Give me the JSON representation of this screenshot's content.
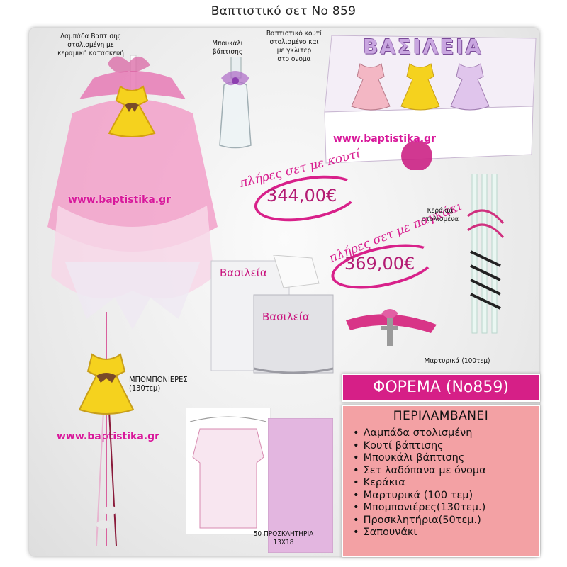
{
  "title": "Βαπτιστικό σετ Νο 859",
  "labels": {
    "lampada": "Λαμπάδα Βαπτισης\nστολισμένη με\nκεραμική κατασκευή",
    "boukali": "Μπουκάλι\nβάπτισης",
    "kouti": "Βαπτιστικό κουτί\nστολισμένο και\nμε γκλιτερ\nστο ονομα",
    "keria": "Κεράκια\nστολισμένα",
    "martyrika": "Μαρτυρικά (100τεμ)",
    "mpomponieres": "ΜΠΟΜΠΟΝΙΕΡΕΣ\n(130τεμ)",
    "prosklitiria": "50 ΠΡΟΣΚΛΗΤΗΡΙΑ\n13Χ18"
  },
  "box_name": "ΒΑΣΙΛΕΙΑ",
  "towel_name": "Βασιλεία",
  "website": "www.baptistika.gr",
  "prices": {
    "with_box_label": "πλήρες σετ με κουτί",
    "with_box_value": "344,00€",
    "with_bench_label": "πλήρες σετ με παγκάκι",
    "with_bench_value": "369,00€"
  },
  "forema": "ΦΟΡΕΜΑ (Νο859)",
  "includes": {
    "title": "ΠΕΡΙΛΑΜΒΑΝΕΙ",
    "items": [
      "Λαμπάδα στολισμένη",
      "Κουτί βάπτισης",
      "Μπουκάλι βάπτισης",
      "Σετ λαδόπανα με όνομα",
      "Κεράκια",
      "Μαρτυρικά (100 τεμ)",
      "Μπομπονιέρες(130τεμ.)",
      "Προσκλητήρια(50τεμ.)",
      "Σαπουνάκι"
    ]
  },
  "colors": {
    "accent": "#d61f87",
    "panel": "#f3a1a4",
    "dress_yellow": "#f5d21e",
    "tulle_pink": "#f2a6cc"
  }
}
